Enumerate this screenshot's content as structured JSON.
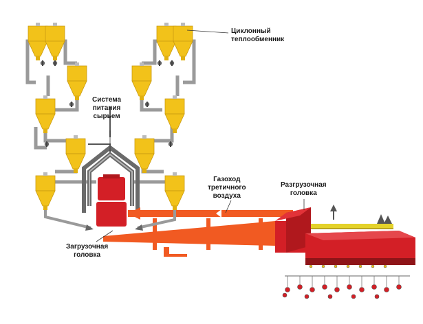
{
  "labels": {
    "cyclone": "Циклонный\nтеплообменник",
    "feed_system": "Система\nпитания\nсырьем",
    "tertiary_duct": "Газоход\nтретичного\nвоздуха",
    "discharge_head": "Разгрузочная\nголовка",
    "loading_head": "Загрузочная\nголовка"
  },
  "colors": {
    "cyclone_yellow": "#f2c21a",
    "kiln_orange": "#f15a22",
    "head_red": "#d31f26",
    "duct_gray": "#9a9a9a",
    "dark_gray": "#555555"
  }
}
